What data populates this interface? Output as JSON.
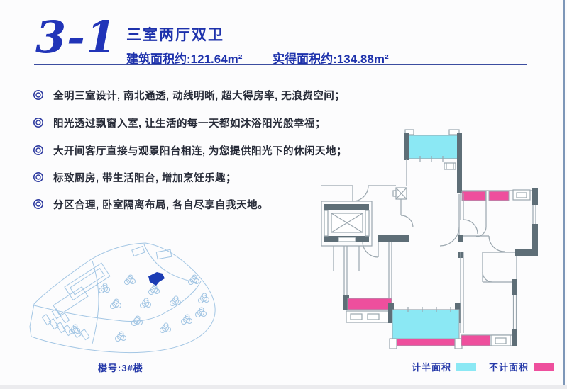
{
  "page": {
    "background": "#fcfcfd",
    "right_border_color": "#7e97b8"
  },
  "header": {
    "unit_code": "3-1",
    "title": "三室两厅双卫",
    "built_area_label": "建筑面积约:121.64m²",
    "actual_area_label": "实得面积约:134.88m²",
    "accent_color": "#1e32ac"
  },
  "features": {
    "items": [
      "全明三室设计, 南北通透, 动线明晰, 超大得房率, 无浪费空间；",
      "阳光透过飘窗入室, 让生活的每一天都如沐浴阳光般幸福；",
      "大开间客厅直接与观景阳台相连, 为您提供阳光下的休闲天地；",
      "标致厨房, 带生活阳台, 增加烹饪乐趣；",
      "分区合理, 卧室隔离布局, 各自尽享自我天地。"
    ]
  },
  "site_plan": {
    "caption": "楼号:3#楼",
    "line_color": "#a3c6e4",
    "highlight_color": "#1b3cb4"
  },
  "floor_plan": {
    "wall_color": "#5e6e77",
    "line_color": "#9aa6ae",
    "legend": [
      {
        "label": "计半面积",
        "color": "#8be8f4"
      },
      {
        "label": "不计面积",
        "color": "#ee4f9d"
      }
    ]
  }
}
